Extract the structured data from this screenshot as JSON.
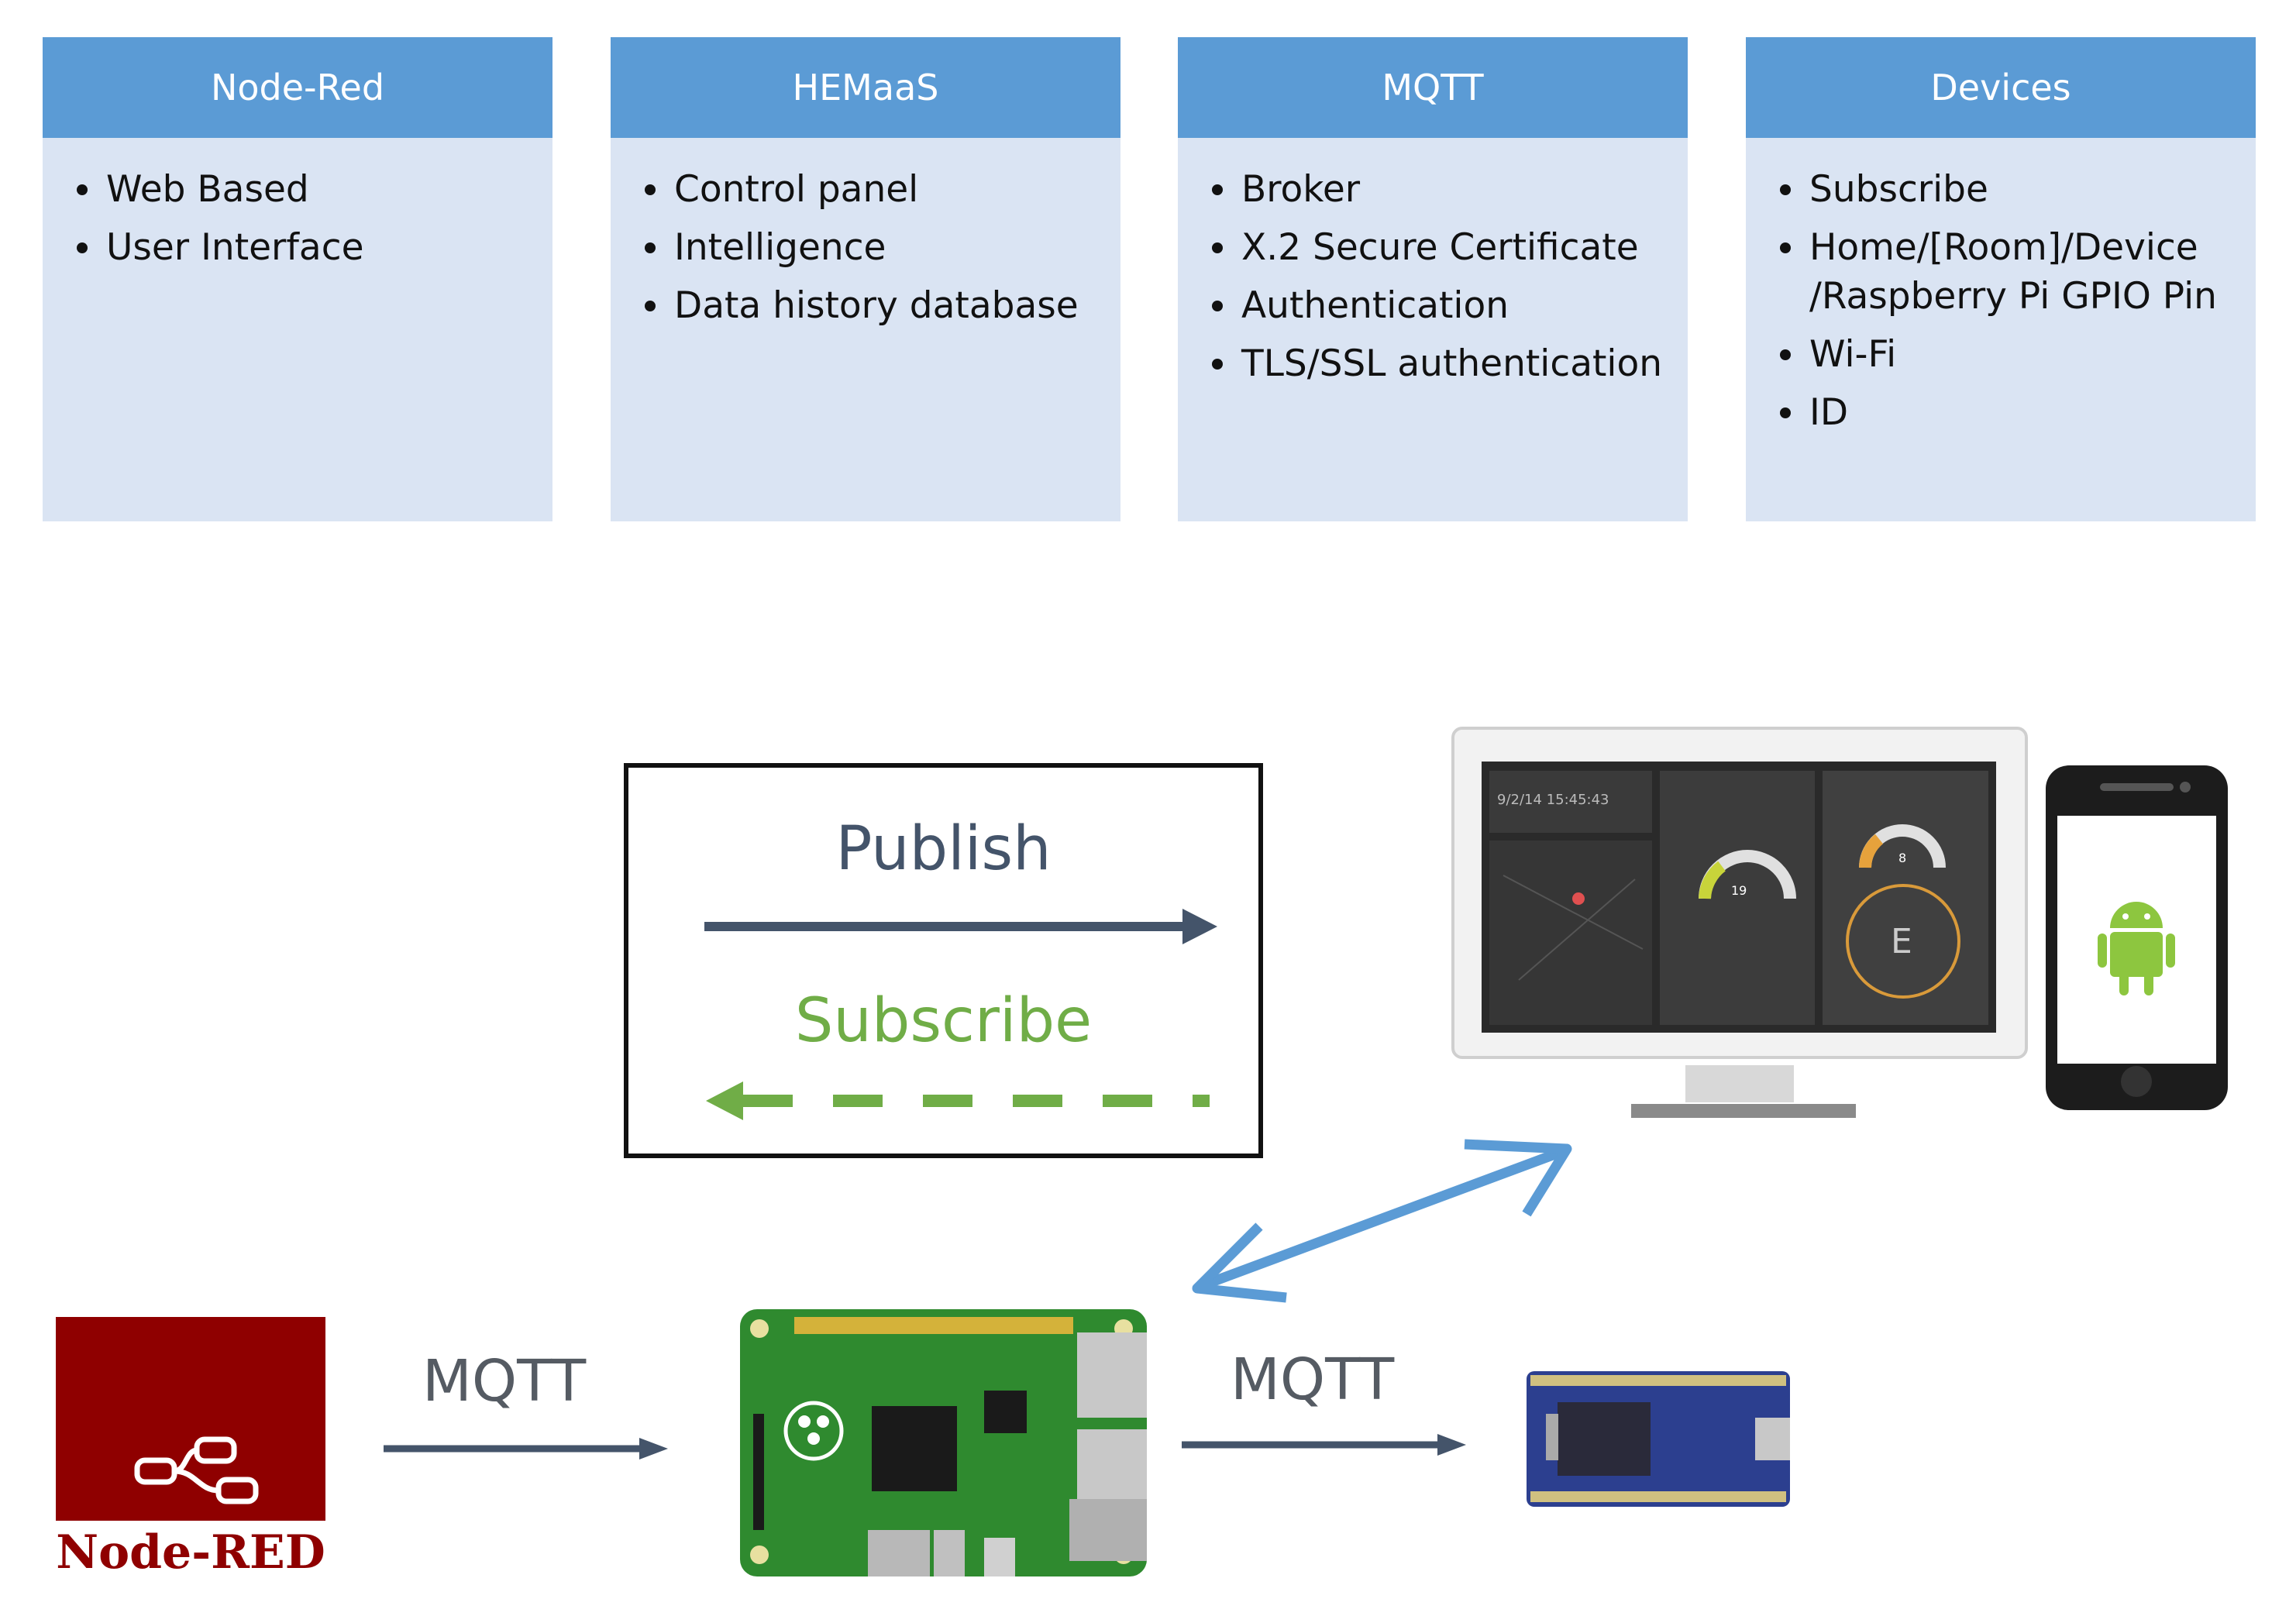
{
  "cards": [
    {
      "title": "Node-Red",
      "items": [
        "Web Based",
        "User Interface"
      ]
    },
    {
      "title": "HEMaaS",
      "items": [
        "Control panel",
        "Intelligence",
        "Data history database"
      ]
    },
    {
      "title": "MQTT",
      "items": [
        "Broker",
        "X.2 Secure Certificate",
        "Authentication",
        "TLS/SSL authentication"
      ]
    },
    {
      "title": "Devices",
      "items": [
        "Subscribe",
        "Home/[Room]/Device /Raspberry Pi GPIO Pin",
        "Wi-Fi",
        "ID"
      ]
    }
  ],
  "legend": {
    "publish": "Publish",
    "subscribe": "Subscribe"
  },
  "flow": {
    "mqtt_left": "MQTT",
    "mqtt_right": "MQTT"
  },
  "node_red_logo": {
    "text": "Node-RED"
  },
  "dashboard": {
    "datetime": "9/2/14 15:45:43",
    "gauge_a": "19",
    "gauge_b": "8",
    "compass": "E"
  },
  "colors": {
    "card_header": "#5b9bd5",
    "card_body": "#dae4f3",
    "publish_arrow": "#44546a",
    "subscribe": "#70ad47",
    "link_arrow": "#5b9bd5",
    "node_red": "#8f0000"
  }
}
